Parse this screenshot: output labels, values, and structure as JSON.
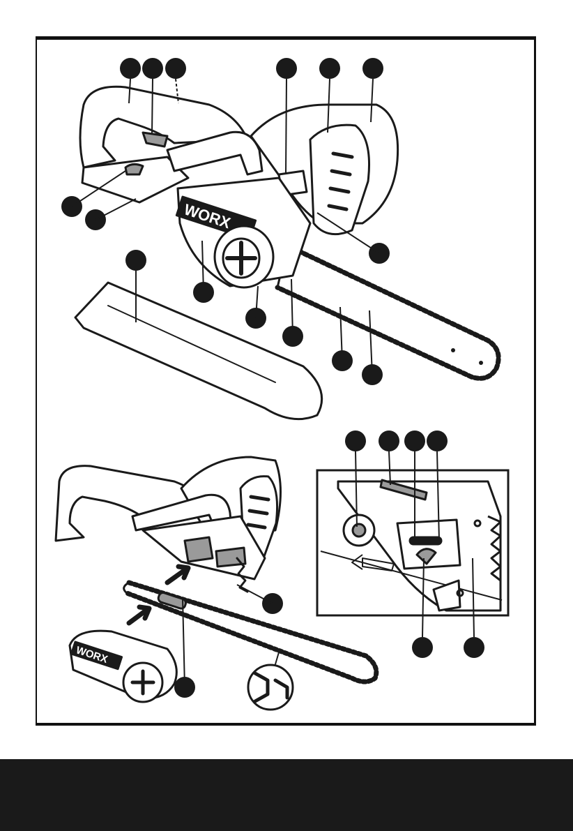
{
  "brand": {
    "logo_text": "WORX"
  },
  "colors": {
    "ink": "#1a1a1a",
    "frame": "#111111",
    "footer": "#1a1a1a",
    "fill_light": "#f2f2f2",
    "fill_mid": "#9a9a9a"
  },
  "figures": [
    {
      "name": "figure-chainsaw-overview",
      "callouts": 16
    },
    {
      "name": "figure-bar-chain-assembly",
      "callouts": 3
    },
    {
      "name": "figure-tension-detail",
      "callouts": 6
    }
  ]
}
